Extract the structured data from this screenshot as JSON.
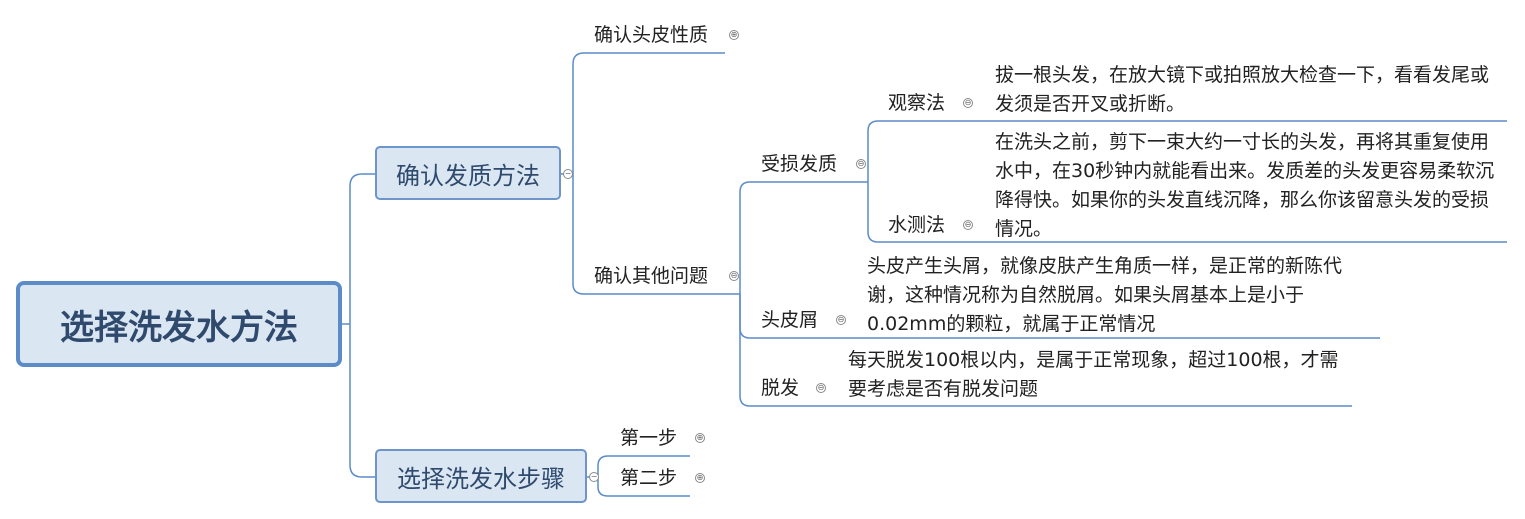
{
  "root": {
    "label": "选择洗发水方法"
  },
  "branches": {
    "method": {
      "label": "确认发质方法"
    },
    "steps": {
      "label": "选择洗发水步骤"
    }
  },
  "method_children": {
    "scalp_type": {
      "label": "确认头皮性质",
      "toggle": "⊕"
    },
    "other_issues": {
      "label": "确认其他问题",
      "toggle": "⊖"
    }
  },
  "issues": {
    "damaged": {
      "label": "受损发质",
      "toggle": "⊖"
    },
    "dandruff": {
      "label": "头皮屑",
      "toggle": "⊖",
      "desc": "头皮产生头屑，就像皮肤产生角质一样，是正常的新陈代谢，这种情况称为自然脱屑。如果头屑基本上是小于0.02mm的颗粒，就属于正常情况"
    },
    "hair_loss": {
      "label": "脱发",
      "toggle": "⊖",
      "desc": "每天脱发100根以内，是属于正常现象，超过100根，才需要考虑是否有脱发问题"
    }
  },
  "damaged_methods": {
    "observe": {
      "label": "观察法",
      "toggle": "⊖",
      "desc": "拔一根头发，在放大镜下或拍照放大检查一下，看看发尾或发须是否开叉或折断。"
    },
    "water": {
      "label": "水测法",
      "toggle": "⊖",
      "desc": "在洗头之前，剪下一束大约一寸长的头发，再将其重复使用水中，在30秒钟内就能看出来。发质差的头发更容易柔软沉降得快。如果你的头发直线沉降，那么你该留意头发的受损情况。"
    }
  },
  "steps_children": {
    "step1": {
      "label": "第一步",
      "toggle": "⊕"
    },
    "step2": {
      "label": "第二步",
      "toggle": "⊕"
    }
  },
  "colors": {
    "line": "#5b8cc8",
    "box_fill": "#dbe6f3",
    "text": "#2f4a6d"
  }
}
